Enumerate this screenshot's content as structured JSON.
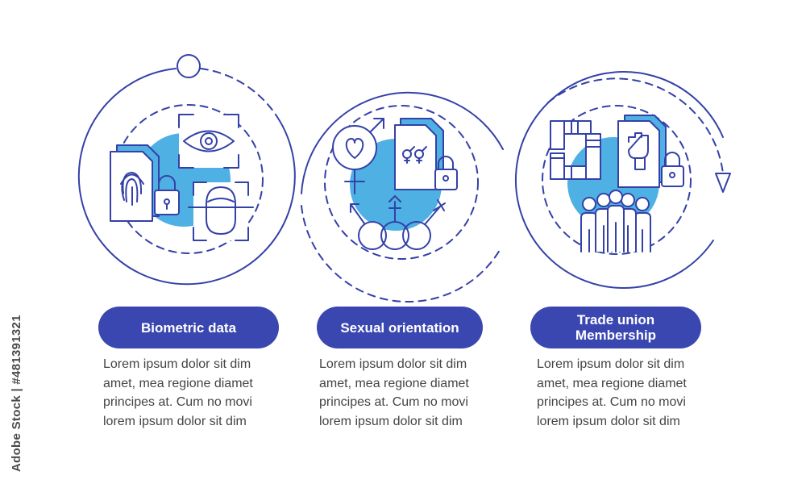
{
  "colors": {
    "accent": "#3a47b0",
    "line": "#3441a8",
    "fill": "#4fb0e3",
    "text": "#444444"
  },
  "steps": [
    {
      "title_line1": "Biometric data",
      "title_line2": "",
      "description": "Lorem ipsum dolor sit dim amet, mea regione diamet principes at. Cum no movi lorem ipsum dolor sit dim",
      "icon": "biometric-icon"
    },
    {
      "title_line1": "Sexual orientation",
      "title_line2": "",
      "description": "Lorem ipsum dolor sit dim amet, mea regione diamet principes at. Cum no movi lorem ipsum dolor sit dim",
      "icon": "gender-symbols-icon"
    },
    {
      "title_line1": "Trade union",
      "title_line2": "Membership",
      "description": "Lorem ipsum dolor sit dim amet, mea regione diamet principes at. Cum no movi lorem ipsum dolor sit dim",
      "icon": "trade-union-icon"
    }
  ],
  "watermark": "Adobe Stock | #481391321"
}
